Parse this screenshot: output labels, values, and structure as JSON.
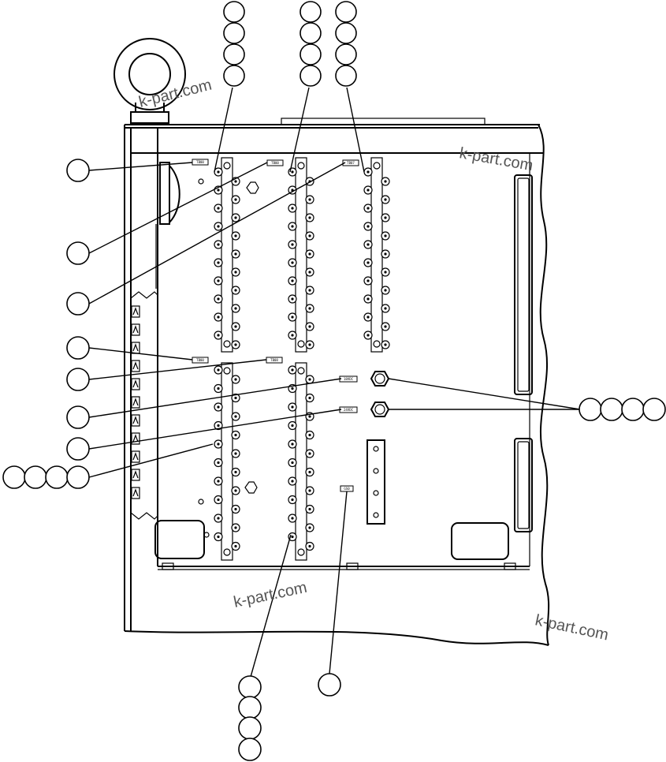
{
  "watermarks": [
    "k-part.com",
    "k-part.com",
    "k-part.com",
    "k-part.com"
  ],
  "tags": {
    "t1": "TB00",
    "t2": "TB00",
    "t3": "TB07",
    "t4": "TB00",
    "t5": "TB08",
    "t6": "18VDC",
    "t7": "24VDC",
    "t8": "GS0"
  },
  "colors": {
    "line": "#000000",
    "background": "#ffffff",
    "watermark": "#555555"
  }
}
